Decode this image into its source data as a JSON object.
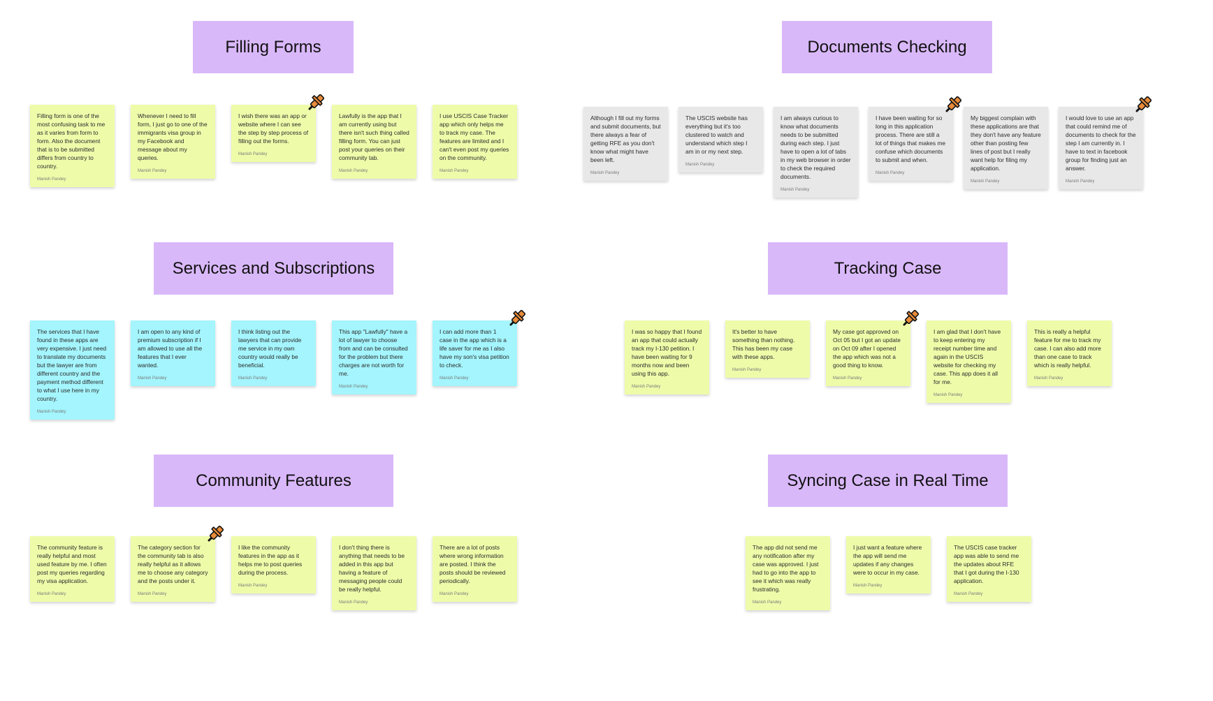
{
  "colors": {
    "header": "#d9b8fa",
    "yellow_note": "#eefcaa",
    "cyan_note": "#a4f5fd",
    "gray_note": "#e8e8e8",
    "pin": "#e88b3a"
  },
  "sections": {
    "filling_forms": {
      "title": "Filling Forms",
      "notes": [
        {
          "text": "Filling form is one of the most confusing task to me as it varies from form to form. Also the document that is to be submitted differs from country to country.",
          "author": "Manish Pandey"
        },
        {
          "text": "Whenever I need to fill form, I just go to one of the immigrants visa group in my Facebook and message about my queries.",
          "author": "Manish Pandey"
        },
        {
          "text": "I wish there was an app or website where I can see the step by step process of filling out the forms.",
          "author": "Manish Pandey"
        },
        {
          "text": "Lawfully is the app that I am currently using but there isn't such thing called filling form. You can just post your queries on their community tab.",
          "author": "Manish Pandey"
        },
        {
          "text": "I use USCIS Case Tracker app which only helps me to track my case. The features are limited and I can't even post my queries on the community.",
          "author": "Manish Pandey"
        }
      ]
    },
    "documents_checking": {
      "title": "Documents Checking",
      "notes": [
        {
          "text": "Although I fill out my forms and submit documents, but there always a fear of getting RFE as you don't know what might have been left.",
          "author": "Manish Pandey"
        },
        {
          "text": "The USCIS website has everything but it's too clustered to watch and understand which step I am in or my next step.",
          "author": "Manish Pandey"
        },
        {
          "text": "I am always curious to know what documents needs to be submitted during each step. I just have to open a lot of tabs in my web browser in order to check the required documents.",
          "author": "Manish Pandey"
        },
        {
          "text": "I have been waiting for so long in this application process. There are still a lot of things that makes me confuse which documents to submit and when.",
          "author": "Manish Pandey"
        },
        {
          "text": "My biggest complain with these applications are that they don't have any feature other than posting few lines of post but I really want help for filing my application.",
          "author": "Manish Pandey"
        },
        {
          "text": "I would love to use an app that could remind me of documents to check for the step I am currently in. I have to text in facebook group for finding just an answer.",
          "author": "Manish Pandey"
        }
      ]
    },
    "services": {
      "title": "Services and Subscriptions",
      "notes": [
        {
          "text": "The services that I have found in these apps are very expensive. I just need to translate my documents but the lawyer are from different country and the payment method different to what I use here in my country.",
          "author": "Manish Pandey"
        },
        {
          "text": "I am open to any kind of premium subscription if I am allowed to use all the features that I ever wanted.",
          "author": "Manish Pandey"
        },
        {
          "text": "I think listing out the lawyers that can provide me service in my own country would really be beneficial.",
          "author": "Manish Pandey"
        },
        {
          "text": "This app \"Lawfully\" have a lot of lawyer to choose from and can be consulted for the problem but there charges are not worth for me.",
          "author": "Manish Pandey"
        },
        {
          "text": "I can add more than 1 case in the app which is a life saver for me as I also have my son's visa petition to check.",
          "author": "Manish Pandey"
        }
      ]
    },
    "tracking": {
      "title": "Tracking Case",
      "notes": [
        {
          "text": "I was so happy that I found an app that could actually track my I-130 petition. I have been waiting for 9 months now and been using this app.",
          "author": "Manish Pandey"
        },
        {
          "text": "It's better to have something than nothing. This has been my case with these apps.",
          "author": "Manish Pandey"
        },
        {
          "text": "My case got approved on Oct 05 but I got an update on Oct 09 after I opened the app which was not a good thing to know.",
          "author": "Manish Pandey"
        },
        {
          "text": "I am glad that I don't have to keep entering my receipt number time and again in the USCIS website for checking my case. This app does it all for me.",
          "author": "Manish Pandey"
        },
        {
          "text": "This is really a helpful feature for me to track my case. I can also add more than one case to track which is really helpful.",
          "author": "Manish Pandey"
        }
      ]
    },
    "community": {
      "title": "Community Features",
      "notes": [
        {
          "text": "The community feature is really helpful and most used feature by me. I often post my queries regarding my visa application.",
          "author": "Manish Pandey"
        },
        {
          "text": "The category section for the community tab is also really helpful as it allows me to choose any category and the posts under it.",
          "author": "Manish Pandey"
        },
        {
          "text": "I like the community features in the app as it helps me to post queries during the process.",
          "author": "Manish Pandey"
        },
        {
          "text": "I don't thing there is anything that needs to be added in this app but having a feature of messaging people could be really helpful.",
          "author": "Manish Pandey"
        },
        {
          "text": "There are a lot of posts where wrong information are posted. I think the posts should be reviewed periodically.",
          "author": "Manish Pandey"
        }
      ]
    },
    "syncing": {
      "title": "Syncing Case in Real Time",
      "notes": [
        {
          "text": "The app did not send me any notification after my case was approved. I just had to go into the app to see it which was really frustrating.",
          "author": "Manish Pandey"
        },
        {
          "text": "I just want a feature where the app will send me updates if any changes were to occur in my case.",
          "author": "Manish Pandey"
        },
        {
          "text": "The USCIS case tracker app was able to send me the updates about RFE that I got during the I-130 application.",
          "author": "Manish Pandey"
        }
      ]
    }
  }
}
